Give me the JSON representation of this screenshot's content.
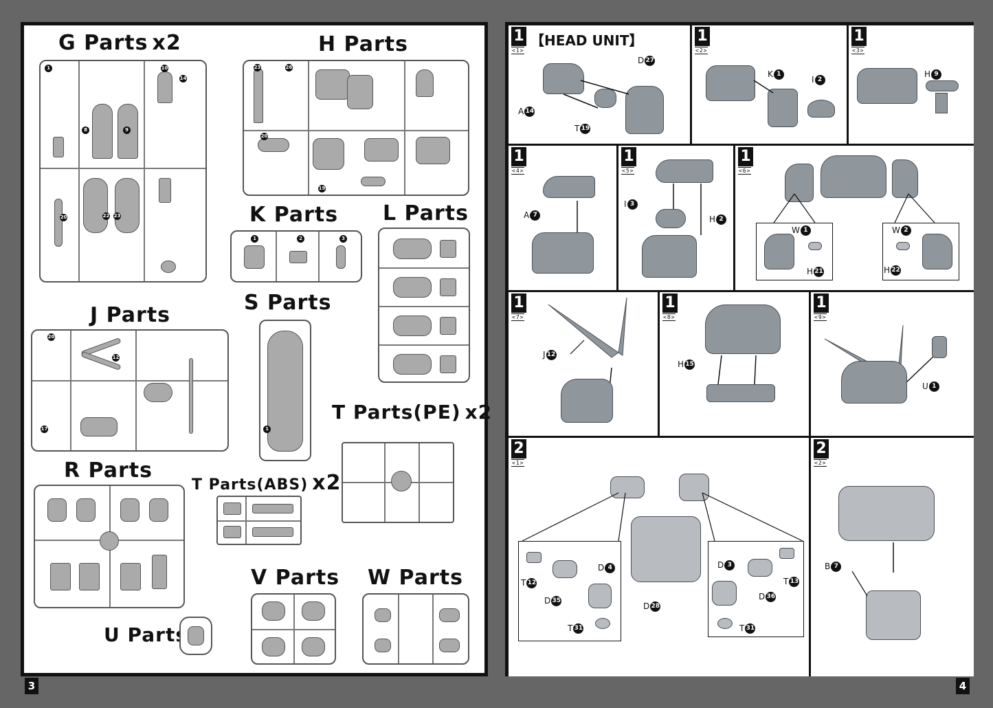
{
  "left_page": {
    "page_number": "3",
    "sections": {
      "g": {
        "name": "G Parts",
        "mult": "x2"
      },
      "h": {
        "name": "H Parts"
      },
      "k": {
        "name": "K Parts"
      },
      "l": {
        "name": "L Parts"
      },
      "j": {
        "name": "J Parts"
      },
      "s": {
        "name": "S Parts"
      },
      "t_pe": {
        "name": "T Parts(PE)",
        "mult": "x2"
      },
      "r": {
        "name": "R Parts"
      },
      "t_abs": {
        "name": "T Parts(ABS)",
        "mult": "x2"
      },
      "v": {
        "name": "V Parts"
      },
      "w": {
        "name": "W Parts"
      },
      "u": {
        "name": "U Parts"
      }
    }
  },
  "right_page": {
    "page_number": "4",
    "unit_title": "【HEAD UNIT】",
    "steps": [
      {
        "num": "1",
        "sub": "<1>",
        "labels": [
          {
            "l": "D",
            "n": "27"
          },
          {
            "l": "A",
            "n": "14"
          },
          {
            "l": "T",
            "n": "19"
          }
        ]
      },
      {
        "num": "1",
        "sub": "<2>",
        "labels": [
          {
            "l": "K",
            "n": "1"
          },
          {
            "l": "I",
            "n": "2"
          }
        ]
      },
      {
        "num": "1",
        "sub": "<3>",
        "labels": [
          {
            "l": "H",
            "n": "9"
          }
        ]
      },
      {
        "num": "1",
        "sub": "<4>",
        "labels": [
          {
            "l": "A",
            "n": "7"
          }
        ]
      },
      {
        "num": "1",
        "sub": "<5>",
        "labels": [
          {
            "l": "I",
            "n": "3"
          },
          {
            "l": "H",
            "n": "2"
          }
        ]
      },
      {
        "num": "1",
        "sub": "<6>",
        "labels": [
          {
            "l": "W",
            "n": "1"
          },
          {
            "l": "H",
            "n": "21"
          },
          {
            "l": "W",
            "n": "2"
          },
          {
            "l": "H",
            "n": "22"
          }
        ]
      },
      {
        "num": "1",
        "sub": "<7>",
        "labels": [
          {
            "l": "J",
            "n": "12"
          }
        ]
      },
      {
        "num": "1",
        "sub": "<8>",
        "labels": [
          {
            "l": "H",
            "n": "15"
          }
        ]
      },
      {
        "num": "1",
        "sub": "<9>",
        "labels": [
          {
            "l": "U",
            "n": "1"
          }
        ]
      },
      {
        "num": "2",
        "sub": "<1>",
        "labels": [
          {
            "l": "T",
            "n": "12"
          },
          {
            "l": "D",
            "n": "4"
          },
          {
            "l": "D",
            "n": "35"
          },
          {
            "l": "T",
            "n": "31"
          },
          {
            "l": "D",
            "n": "28"
          },
          {
            "l": "D",
            "n": "3"
          },
          {
            "l": "T",
            "n": "13"
          },
          {
            "l": "D",
            "n": "36"
          },
          {
            "l": "T",
            "n": "31"
          }
        ]
      },
      {
        "num": "2",
        "sub": "<2>",
        "labels": [
          {
            "l": "B",
            "n": "7"
          }
        ]
      }
    ]
  },
  "colors": {
    "frame": "#111111",
    "background": "#666666",
    "part_gray": "#8f969c"
  }
}
